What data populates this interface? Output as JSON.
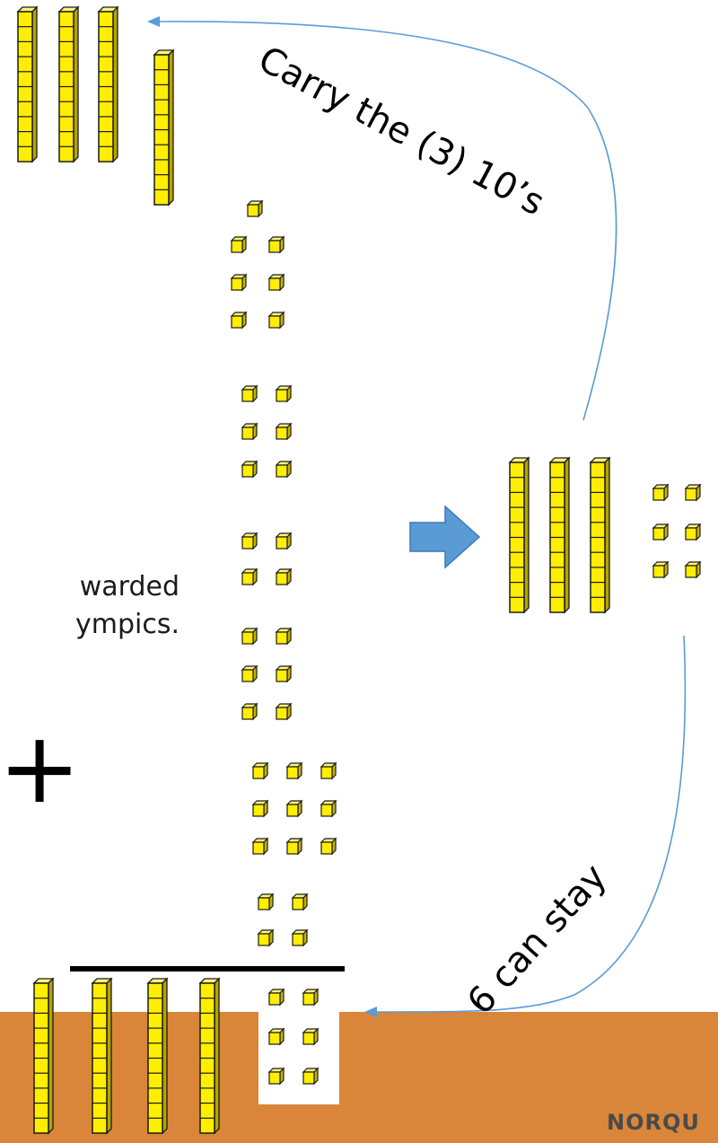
{
  "labels": {
    "carry": "Carry the (3) 10’s",
    "stay": "6 can stay"
  },
  "partial_text": {
    "line1": "warded",
    "line2": "ympics."
  },
  "symbols": {
    "plus": "+"
  },
  "footer": {
    "brand": "NORQU"
  },
  "colors": {
    "block": "#ffee00",
    "block_stroke": "#1a1a1a",
    "arrow_blue": "#5b9bd5",
    "footer": "#d9863a"
  },
  "icons": {
    "result_arrow": "right-arrow-icon"
  }
}
